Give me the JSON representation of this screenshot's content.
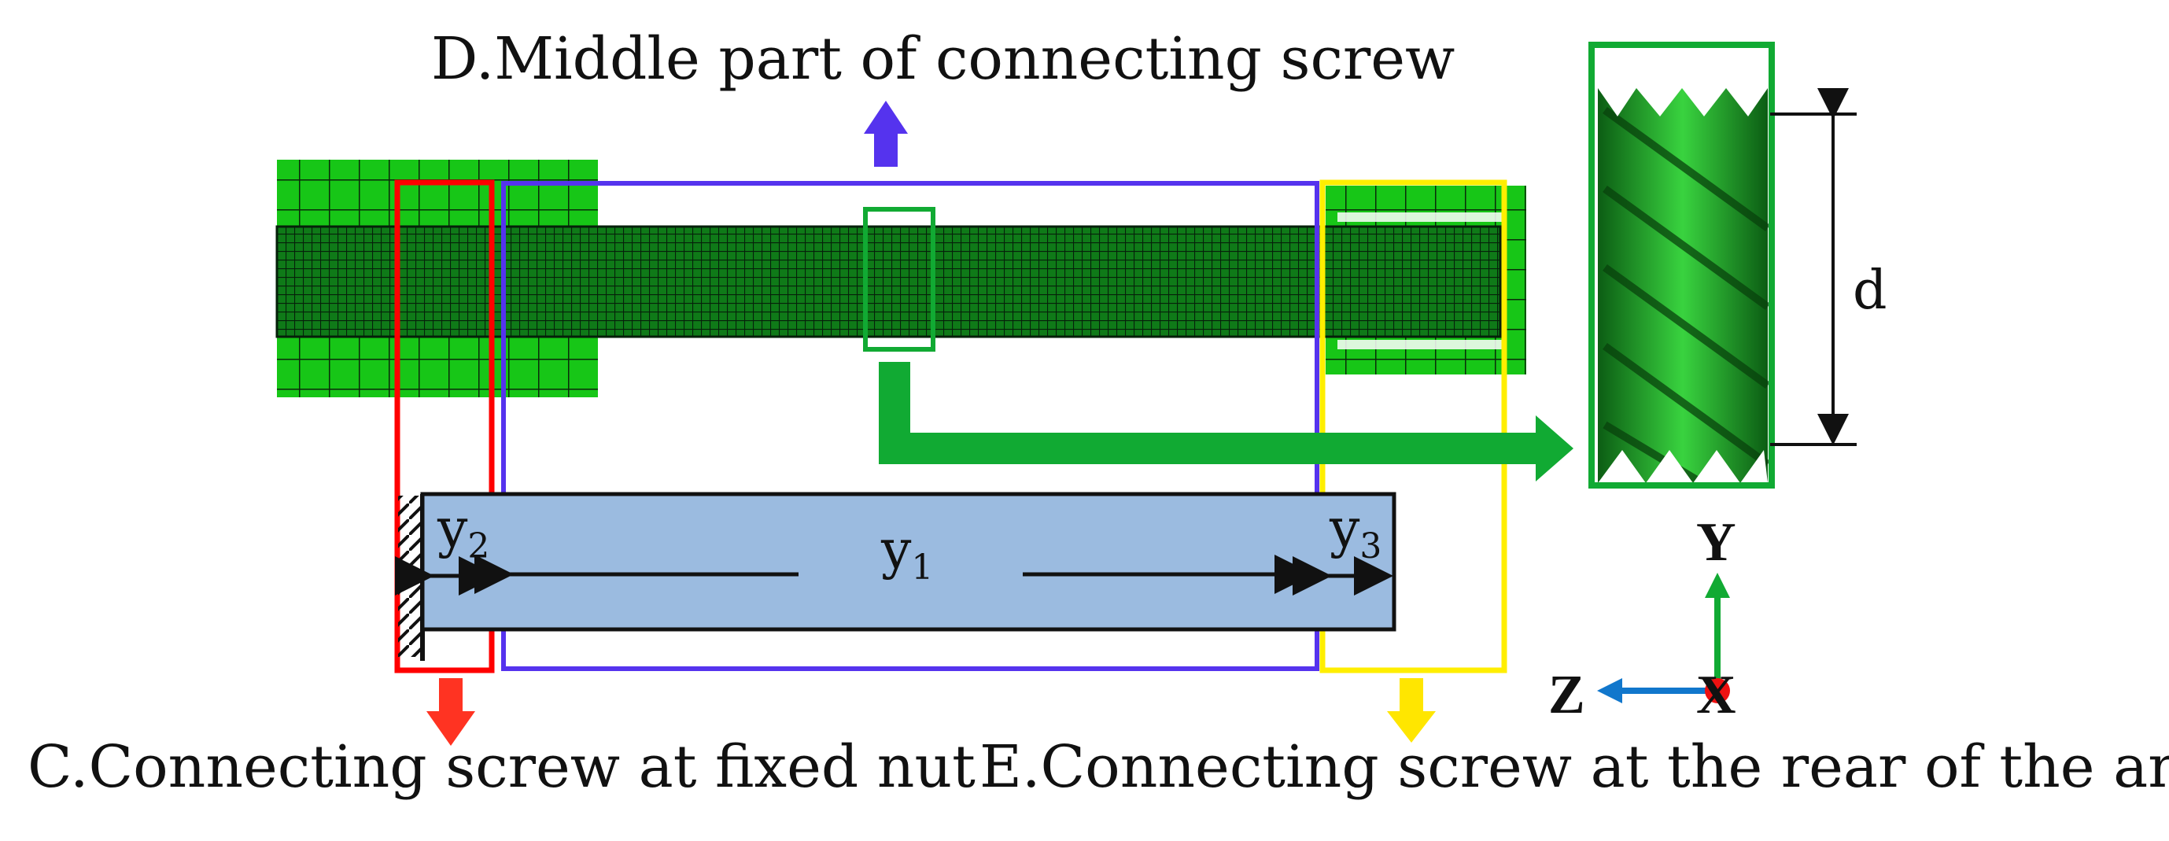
{
  "labels": {
    "middle_part": "D.Middle part of connecting screw",
    "fixed_nut": "C.Connecting screw at fixed nut",
    "rear_anchor": "E.Connecting screw at the rear of the anchor",
    "diameter": "d"
  },
  "beam": {
    "y1": {
      "letter": "y",
      "sub": "1"
    },
    "y2": {
      "letter": "y",
      "sub": "2"
    },
    "y3": {
      "letter": "y",
      "sub": "3"
    }
  },
  "axes": {
    "y": "Y",
    "z": "Z",
    "x": "X"
  },
  "colors": {
    "mesh_green": "#17c617",
    "mesh_line": "#0a2a0a",
    "red_box": "#ff0000",
    "blue_box": "#5533ee",
    "yellow_box": "#ffee00",
    "green_box": "#11aa33",
    "beam_fill": "#9bbbe0",
    "axis_blue": "#1177cc"
  }
}
